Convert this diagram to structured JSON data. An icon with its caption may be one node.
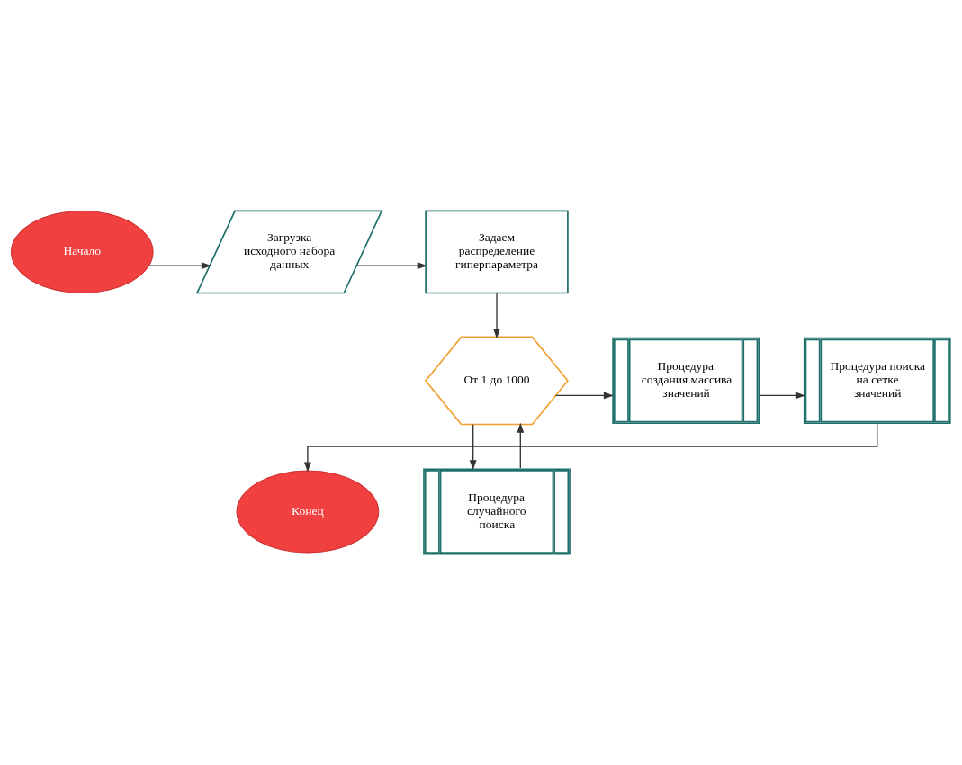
{
  "diagram": {
    "nodes": [
      {
        "text": [
          "Начало"
        ]
      },
      {
        "text": [
          "Загрузка исходного набора данных"
        ]
      },
      {
        "text": [
          "Задаем распределение гиперпараметра"
        ]
      },
      {
        "text": [
          "Процедура поиска на сетке значений"
        ]
      },
      {
        "text": [
          "Процедура создания массива значений"
        ]
      },
      {
        "text": [
          "От 1 до 1000"
        ]
      },
      {
        "text": [
          "Конец"
        ]
      },
      {
        "text": [
          "Процедура случайного поиска"
        ]
      }
    ],
    "edges": [
      {
        "from": 0,
        "to": 1,
        "arrow": "to"
      },
      {
        "from": 1,
        "to": 2,
        "arrow": "to"
      },
      {
        "from": 2,
        "to": 5,
        "arrow": "to"
      },
      {
        "from": 5,
        "to": 4,
        "arrow": "to"
      },
      {
        "from": 4,
        "to": 3,
        "arrow": "to"
      },
      {
        "from": 3,
        "to": 6,
        "arrow": "to"
      },
      {
        "from": 5,
        "to": 7,
        "arrow": "to"
      },
      {
        "from": 7,
        "to": 5,
        "arrow": "to"
      }
    ]
  }
}
